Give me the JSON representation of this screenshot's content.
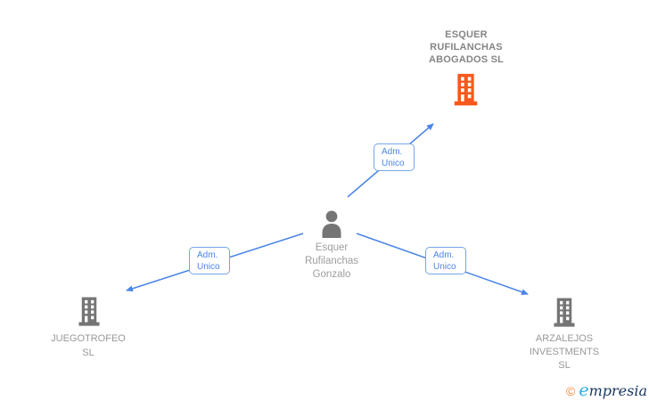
{
  "diagram": {
    "person": {
      "name": "Esquer Rufilanchas Gonzalo",
      "line1": "Esquer",
      "line2": "Rufilanchas",
      "line3": "Gonzalo"
    },
    "companies": {
      "top": {
        "name": "ESQUER RUFILANCHAS ABOGADOS SL",
        "line1": "ESQUER",
        "line2": "RUFILANCHAS",
        "line3": "ABOGADOS SL",
        "highlighted": true
      },
      "left": {
        "name": "JUEGOTROFEO SL",
        "line1": "JUEGOTROFEO",
        "line2": "SL",
        "highlighted": false
      },
      "right": {
        "name": "ARZALEJOS INVESTMENTS SL",
        "line1": "ARZALEJOS",
        "line2": "INVESTMENTS",
        "line3": "SL",
        "highlighted": false
      }
    },
    "edge_labels": {
      "top": {
        "line1": "Adm.",
        "line2": "Unico"
      },
      "left": {
        "line1": "Adm.",
        "line2": "Unico"
      },
      "right": {
        "line1": "Adm.",
        "line2": "Unico"
      }
    }
  },
  "footer": {
    "copyright_symbol": "©",
    "brand_initial": "e",
    "brand_rest": "mpresia"
  },
  "colors": {
    "edge_blue": "#4a86e8",
    "edge_label_border": "#76a5e8",
    "node_gray": "#757575",
    "highlight_orange": "#f7581d",
    "company_text_gray": "#989898",
    "company_text_bold_gray": "#858585",
    "brand_blue": "#29abe2",
    "brand_navy": "#17365d",
    "brand_orange": "#f58634"
  }
}
